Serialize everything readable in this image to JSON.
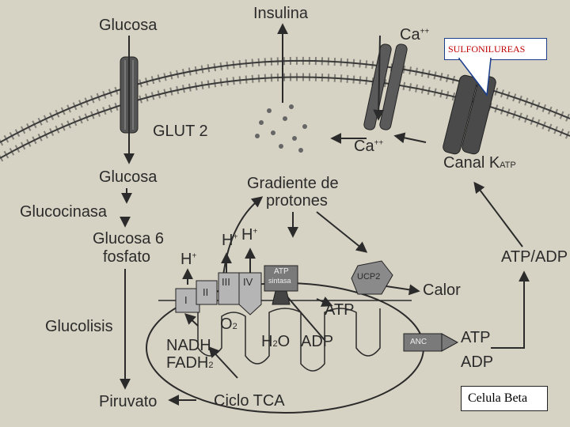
{
  "labels": {
    "glucosa_top": "Glucosa",
    "insulina": "Insulina",
    "ca_top": "Ca",
    "ca_top_charge": "++",
    "glut2": "GLUT 2",
    "ca_mid": "Ca",
    "ca_mid_charge": "++",
    "canal_katp": "Canal K",
    "canal_katp_sub": "ATP",
    "glucosa_mid": "Glucosa",
    "gradiente": "Gradiente de",
    "protones": "protones",
    "glucocinasa": "Glucocinasa",
    "glucosa6": "Glucosa 6",
    "fosfato": "fosfato",
    "h_plus_1": "H",
    "h_plus_2": "H",
    "h_plus_3": "H",
    "plus": "+",
    "atp_adp_right": "ATP/ADP",
    "calor": "Calor",
    "glucolisis": "Glucolisis",
    "atp_mid": "ATP",
    "o2": "O",
    "o2_sub": "2",
    "nadh": "NADH",
    "fadh": "FADH",
    "fadh_sub": "2",
    "h2o": "H",
    "h2o_sub": "2",
    "h2o_o": "O",
    "adp_inner": "ADP",
    "atp_right": "ATP",
    "adp_right": "ADP",
    "piruvato": "Piruvato",
    "ciclo": "Ciclo TCA",
    "complex_i": "I",
    "complex_ii": "II",
    "complex_iii": "III",
    "complex_iv": "IV",
    "atp_synthase": "ATP",
    "atp_synthase_2": "sintasa",
    "ucp2": "UCP2",
    "anc": "ANC"
  },
  "callouts": {
    "sulfonilureas": "SULFONILUREAS",
    "celula_beta": "Celula Beta"
  },
  "colors": {
    "background": "#d7d3c4",
    "ink": "#2b2b2b",
    "callout_border": "#1a3d8c",
    "callout_text": "#c00000"
  }
}
